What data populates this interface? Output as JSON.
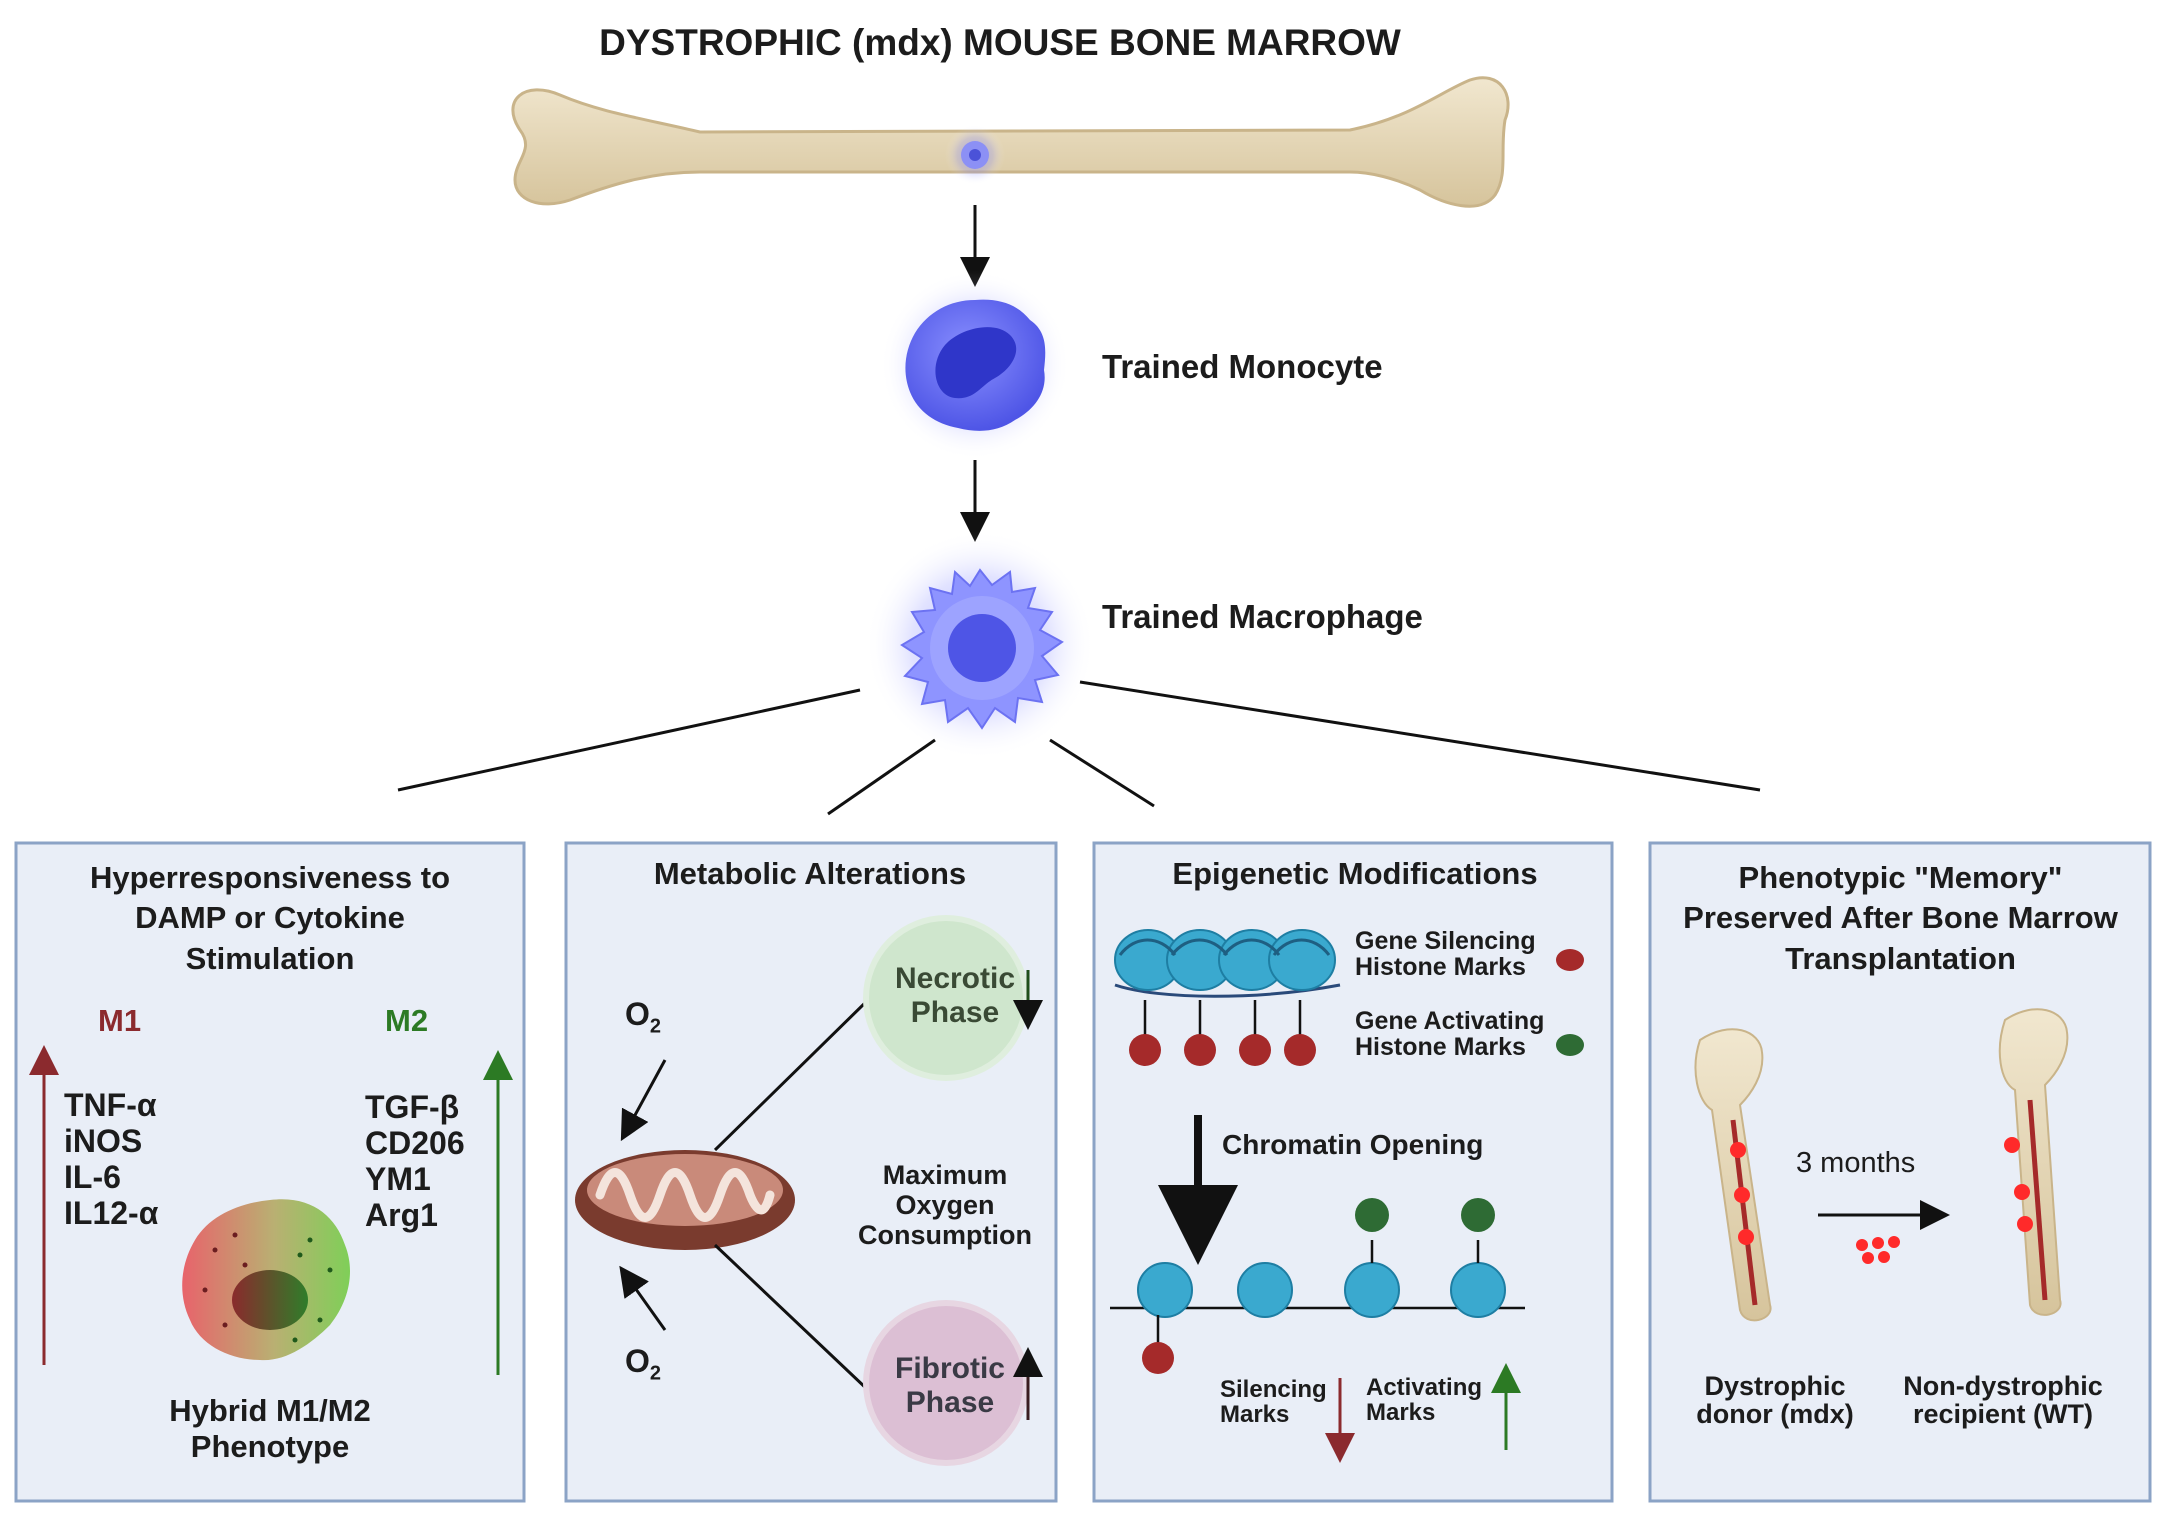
{
  "title": "DYSTROPHIC (mdx) MOUSE BONE MARROW",
  "monocyte_label": "Trained Monocyte",
  "macrophage_label": "Trained Macrophage",
  "panel1": {
    "title": "Hyperresponsiveness to DAMP or Cytokine Stimulation",
    "m1": "M1",
    "m2": "M2",
    "m1_markers": [
      "TNF-α",
      "iNOS",
      "IL-6",
      "IL12-α"
    ],
    "m2_markers": [
      "TGF-β",
      "CD206",
      "YM1",
      "Arg1"
    ],
    "hybrid_line1": "Hybrid M1/M2",
    "hybrid_line2": "Phenotype"
  },
  "panel2": {
    "title": "Metabolic Alterations",
    "o2": "O",
    "o2_sub": "2",
    "max_oxygen": [
      "Maximum",
      "Oxygen",
      "Consumption"
    ],
    "necrotic": [
      "Necrotic",
      "Phase"
    ],
    "fibrotic": [
      "Fibrotic",
      "Phase"
    ]
  },
  "panel3": {
    "title": "Epigenetic Modifications",
    "silencing_marks": [
      "Gene Silencing",
      "Histone Marks"
    ],
    "activating_marks": [
      "Gene Activating",
      "Histone Marks"
    ],
    "chromatin_opening": "Chromatin Opening",
    "silencing": [
      "Silencing",
      "Marks"
    ],
    "activating": [
      "Activating",
      "Marks"
    ]
  },
  "panel4": {
    "title": "Phenotypic \"Memory\" Preserved After Bone Marrow Transplantation",
    "duration": "3 months",
    "donor": [
      "Dystrophic",
      "donor (mdx)"
    ],
    "recipient": [
      "Non-dystrophic",
      "recipient (WT)"
    ]
  },
  "colors": {
    "m1_red": "#8b2a2e",
    "m2_green": "#2c7a24",
    "panel_bg": "#e9eef7",
    "panel_border": "#8ba3c6",
    "bone": "#e9dcbf",
    "cell_blue": "#5b63f0",
    "histone": "#3aa9cf",
    "silencing_mark": "#a52a2a",
    "activating_mark": "#2e6b34",
    "necrotic_fill": "#cfe6cd",
    "fibrotic_fill": "#dcbfd4",
    "mito": "#7a3b2e"
  }
}
